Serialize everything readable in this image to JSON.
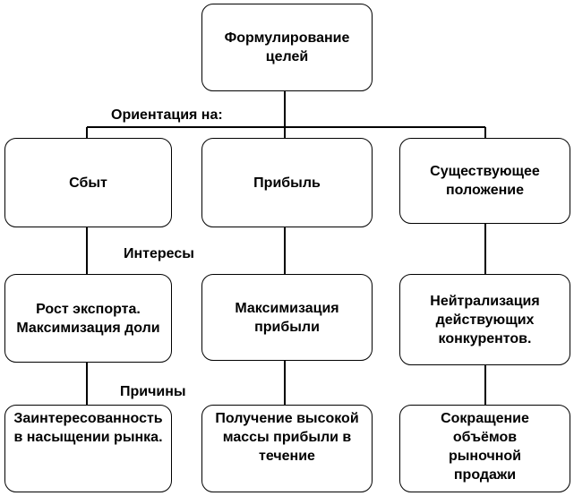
{
  "top": {
    "text": "Формулирование целей"
  },
  "labels": {
    "orientation": "Ориентация на:",
    "interests": "Интересы",
    "reasons": "Причины"
  },
  "columns": [
    {
      "orientation": "Сбыт",
      "interest": "Рост экспорта. Максимизация доли",
      "reason": "Заинтересованность в насыщении рынка."
    },
    {
      "orientation": "Прибыль",
      "interest": "Максимизация прибыли",
      "reason": "Получение высокой массы прибыли в течение"
    },
    {
      "orientation": "Существующее положение",
      "interest": "Нейтрализация действующих конкурентов.",
      "reason": "Сокращение объёмов рыночной продажи"
    }
  ]
}
